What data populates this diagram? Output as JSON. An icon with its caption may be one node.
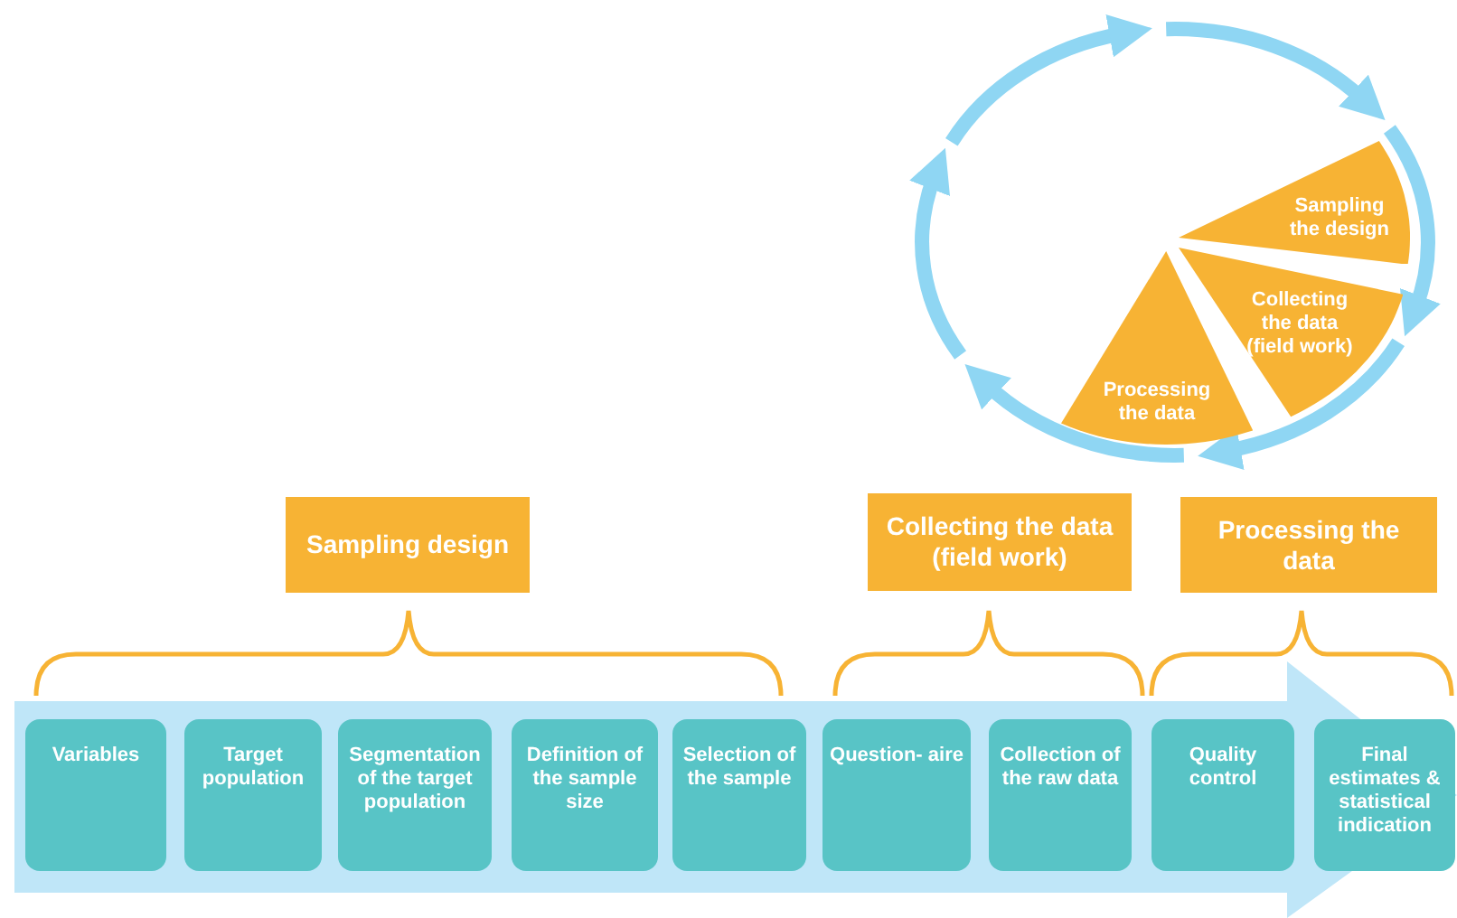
{
  "diagram": {
    "nodes": [
      {
        "text": [
          "Sampling the design"
        ]
      },
      {
        "text": [
          "Collecting the data (field work)"
        ]
      },
      {
        "text": [
          "Processing the data"
        ]
      },
      {
        "text": [
          "Sampling design"
        ]
      },
      {
        "text": [
          "Collecting the data (field work)"
        ]
      },
      {
        "text": [
          "Processing the data"
        ]
      },
      {
        "text": [
          "Variables"
        ]
      },
      {
        "text": [
          "Target population"
        ]
      },
      {
        "text": [
          "Segmentation of the target population"
        ]
      },
      {
        "text": [
          "Definition of the sample size"
        ]
      },
      {
        "text": [
          "Selection of the sample"
        ]
      },
      {
        "text": [
          "Question- aire"
        ]
      },
      {
        "text": [
          "Collection of the raw data"
        ]
      },
      {
        "text": [
          "Quality control"
        ]
      },
      {
        "text": [
          "Final estimates & statistical indication"
        ]
      }
    ]
  }
}
